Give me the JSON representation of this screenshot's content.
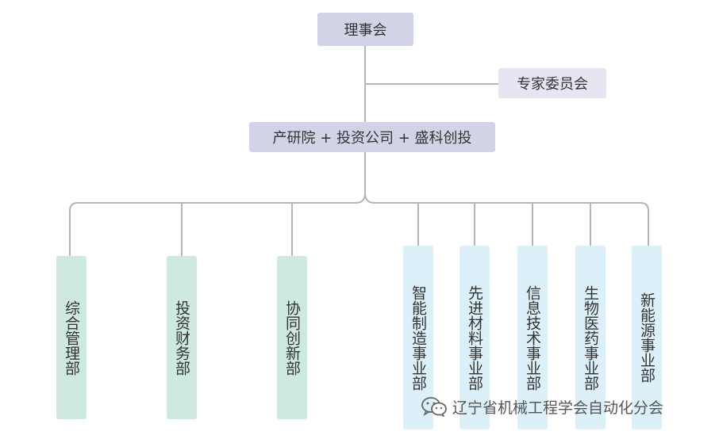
{
  "colors": {
    "top_box": "#d3d3e8",
    "expert_box": "#e6e6f2",
    "green_box": "#cde9e2",
    "blue_box": "#dcf0fa",
    "line": "#b5b5b5"
  },
  "board": {
    "label": "理事会"
  },
  "expert_committee": {
    "label": "专家委员会"
  },
  "institute": {
    "label": "产研院 + 投资公司 + 盛科创投"
  },
  "departments": [
    {
      "label": "综合管理部",
      "group": "green"
    },
    {
      "label": "投资财务部",
      "group": "green"
    },
    {
      "label": "协同创新部",
      "group": "green"
    },
    {
      "label": "智能制造事业部",
      "group": "blue"
    },
    {
      "label": "先进材料事业部",
      "group": "blue"
    },
    {
      "label": "信息技术事业部",
      "group": "blue"
    },
    {
      "label": "生物医药事业部",
      "group": "blue"
    },
    {
      "label": "新能源事业部",
      "group": "blue"
    }
  ],
  "watermark": {
    "text": "辽宁省机械工程学会自动化分会",
    "icon": "wechat-icon"
  }
}
